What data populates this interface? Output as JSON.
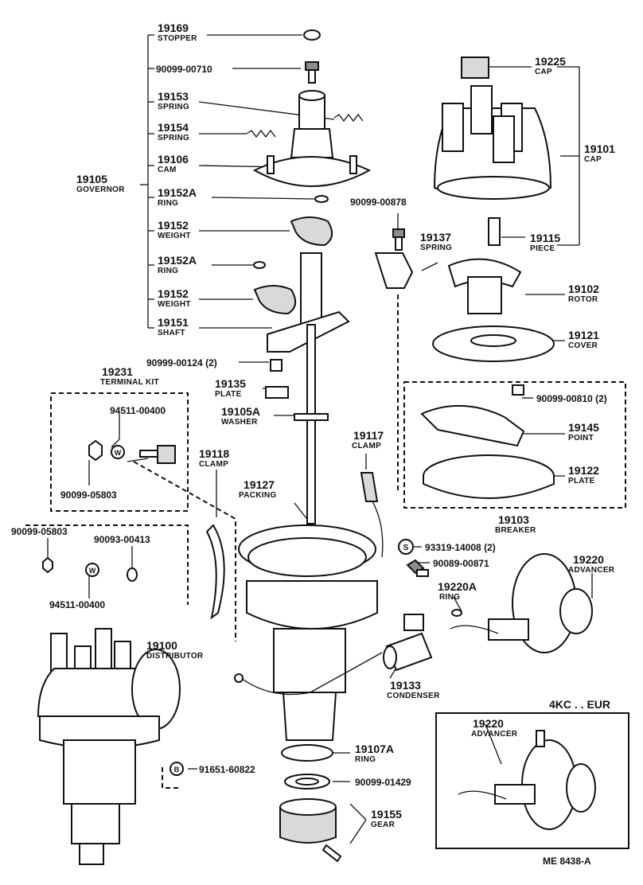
{
  "labels": [
    {
      "pn": "19169",
      "nm": "STOPPER"
    },
    {
      "pn": "90099-00710",
      "nm": ""
    },
    {
      "pn": "19153",
      "nm": "SPRING"
    },
    {
      "pn": "19154",
      "nm": "SPRING"
    },
    {
      "pn": "19106",
      "nm": "CAM"
    },
    {
      "pn": "19105",
      "nm": "GOVERNOR"
    },
    {
      "pn": "19152A",
      "nm": "RING"
    },
    {
      "pn": "19152",
      "nm": "WEIGHT"
    },
    {
      "pn": "19152A",
      "nm": "RING"
    },
    {
      "pn": "19152",
      "nm": "WEIGHT"
    },
    {
      "pn": "19151",
      "nm": "SHAFT"
    },
    {
      "pn": "90999-00124 (2)",
      "nm": ""
    },
    {
      "pn": "19135",
      "nm": "PLATE"
    },
    {
      "pn": "19105A",
      "nm": "WASHER"
    },
    {
      "pn": "19231",
      "nm": "TERMINAL KIT"
    },
    {
      "pn": "94511-00400",
      "nm": ""
    },
    {
      "pn": "90099-05803",
      "nm": ""
    },
    {
      "pn": "19118",
      "nm": "CLAMP"
    },
    {
      "pn": "19127",
      "nm": "PACKING"
    },
    {
      "pn": "19117",
      "nm": "CLAMP"
    },
    {
      "pn": "90099-05803",
      "nm": ""
    },
    {
      "pn": "90093-00413",
      "nm": ""
    },
    {
      "pn": "94511-00400",
      "nm": ""
    },
    {
      "pn": "19225",
      "nm": "CAP"
    },
    {
      "pn": "19101",
      "nm": "CAP"
    },
    {
      "pn": "90099-00878",
      "nm": ""
    },
    {
      "pn": "19137",
      "nm": "SPRING"
    },
    {
      "pn": "19115",
      "nm": "PIECE"
    },
    {
      "pn": "19102",
      "nm": "ROTOR"
    },
    {
      "pn": "19121",
      "nm": "COVER"
    },
    {
      "pn": "90099-00810 (2)",
      "nm": ""
    },
    {
      "pn": "19145",
      "nm": "POINT"
    },
    {
      "pn": "19122",
      "nm": "PLATE"
    },
    {
      "pn": "19103",
      "nm": "BREAKER"
    },
    {
      "pn": "93319-14008 (2)",
      "nm": ""
    },
    {
      "pn": "90089-00871",
      "nm": ""
    },
    {
      "pn": "19220",
      "nm": "ADVANCER"
    },
    {
      "pn": "19220A",
      "nm": "RING"
    },
    {
      "pn": "19100",
      "nm": "DISTRIBUTOR"
    },
    {
      "pn": "19133",
      "nm": "CONDENSER"
    },
    {
      "pn": "19107A",
      "nm": "RING"
    },
    {
      "pn": "91651-60822",
      "nm": ""
    },
    {
      "pn": "90099-01429",
      "nm": ""
    },
    {
      "pn": "19155",
      "nm": "GEAR"
    },
    {
      "pn": "19220",
      "nm": "ADVANCER"
    }
  ],
  "symbols": {
    "s": "S",
    "w": "W",
    "b": "B"
  },
  "variant": "4KC . . EUR",
  "figure_code": "ME  8438-A"
}
